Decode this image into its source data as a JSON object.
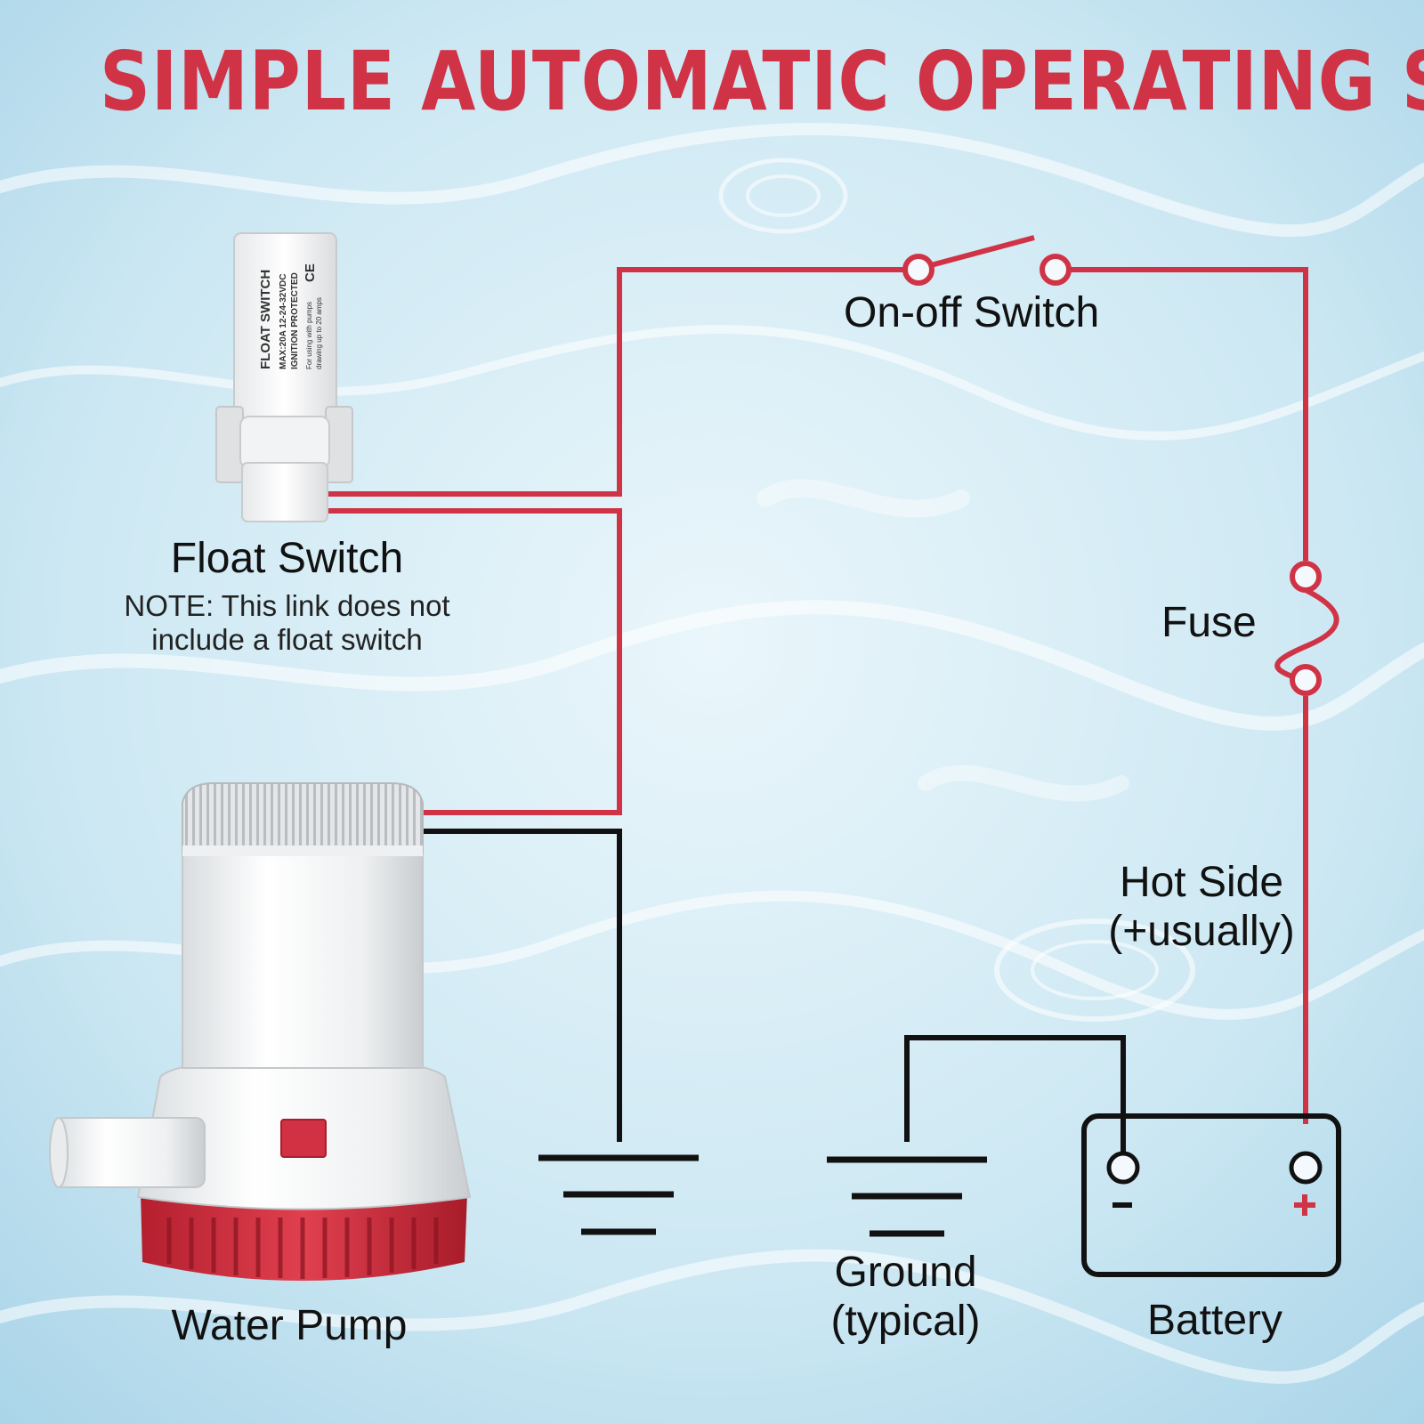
{
  "title": "SIMPLE AUTOMATIC OPERATING SYSTEM",
  "colors": {
    "title": "#d03346",
    "red_wire": "#d03346",
    "black_wire": "#111111",
    "water_light": "#e8f4fa",
    "water_mid": "#bfe0ee"
  },
  "float_switch": {
    "label": "Float Switch",
    "note_line1": "NOTE: This link does not",
    "note_line2": "include a float switch",
    "device_text": [
      "FLOAT SWITCH",
      "MAX:20A  12-24-32VDC",
      "IGNITION PROTECTED",
      "For using with pumps",
      "drawing up to 20 amps"
    ],
    "ce_mark": "CE"
  },
  "on_off_switch": {
    "label": "On-off Switch"
  },
  "fuse": {
    "label": "Fuse"
  },
  "hot_side": {
    "line1": "Hot Side",
    "line2": "(+usually)"
  },
  "ground": {
    "line1": "Ground",
    "line2": "(typical)"
  },
  "battery": {
    "label": "Battery",
    "minus": "-",
    "plus": "+"
  },
  "water_pump": {
    "label": "Water Pump"
  }
}
